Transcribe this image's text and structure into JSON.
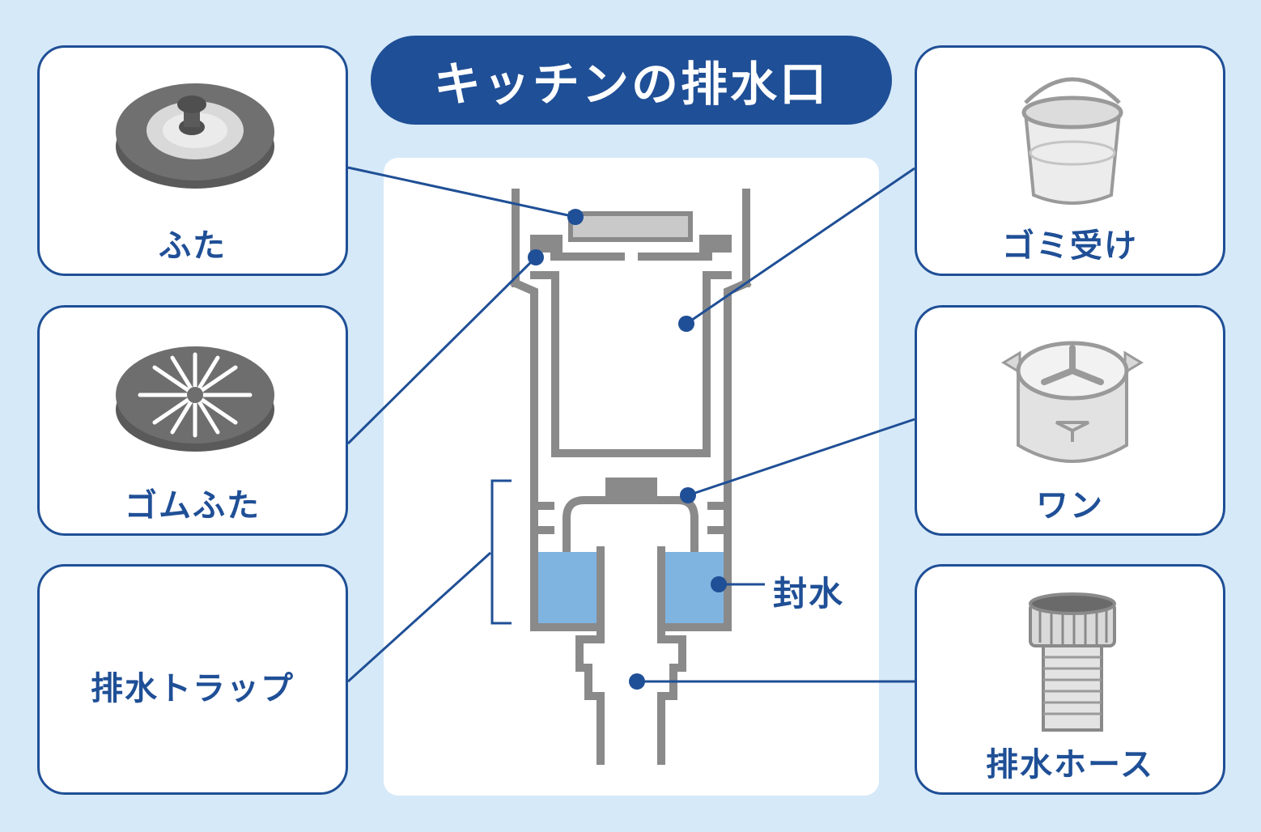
{
  "title": "キッチンの排水口",
  "parts": {
    "lid": "ふた",
    "rubber_lid": "ゴムふた",
    "drain_trap": "排水トラップ",
    "trash_basket": "ゴミ受け",
    "bowl": "ワン",
    "drain_hose": "排水ホース"
  },
  "seal_water": "封水",
  "colors": {
    "accent": "#1f4f96",
    "background": "#d6e9f8",
    "water": "#7fb4e0",
    "pipe": "#8a8a8a"
  }
}
